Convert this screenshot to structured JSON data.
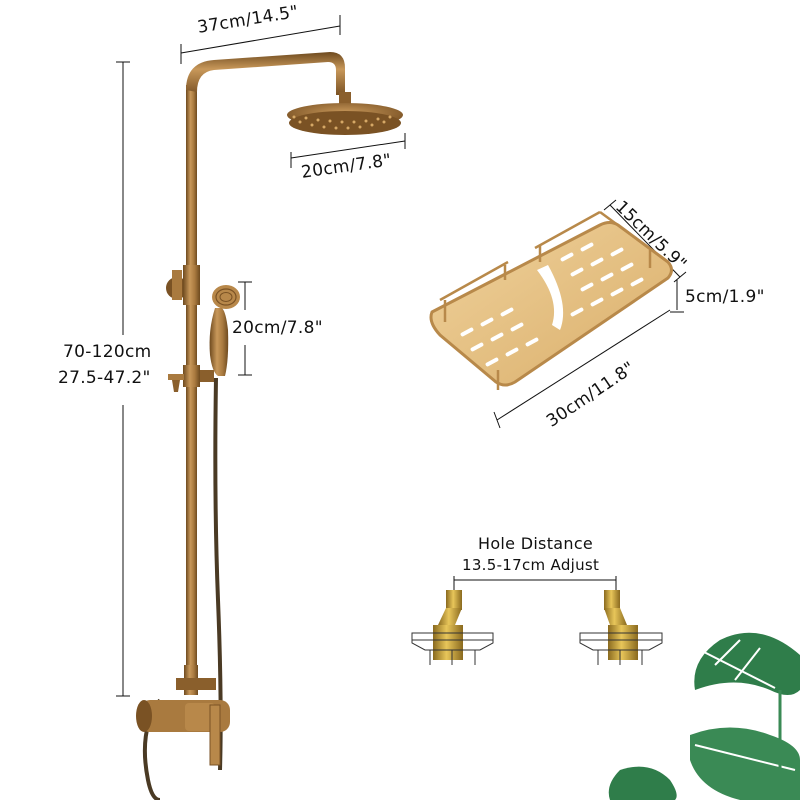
{
  "product": {
    "colors": {
      "brass": "#a97a3f",
      "brass_dark": "#6e4a1f",
      "brass_light": "#d6a866",
      "basket": "#e3bd7e",
      "basket_dark": "#b8894a",
      "fitting_gold": "#c9a03a",
      "leaf": "#2f7d4a",
      "leaf_dark": "#1f5e36",
      "dimension_line": "#111111"
    },
    "dimensions": {
      "arm_length": "37cm/14.5\"",
      "head_diameter": "20cm/7.8\"",
      "handheld_length": "20cm/7.8\"",
      "height_cm": "70-120cm",
      "height_in": "27.5-47.2\"",
      "basket_depth": "15cm/5.9\"",
      "basket_height": "5cm/1.9\"",
      "basket_length": "30cm/11.8\""
    },
    "hole_distance": {
      "title": "Hole Distance",
      "range": "13.5-17cm Adjust"
    }
  }
}
